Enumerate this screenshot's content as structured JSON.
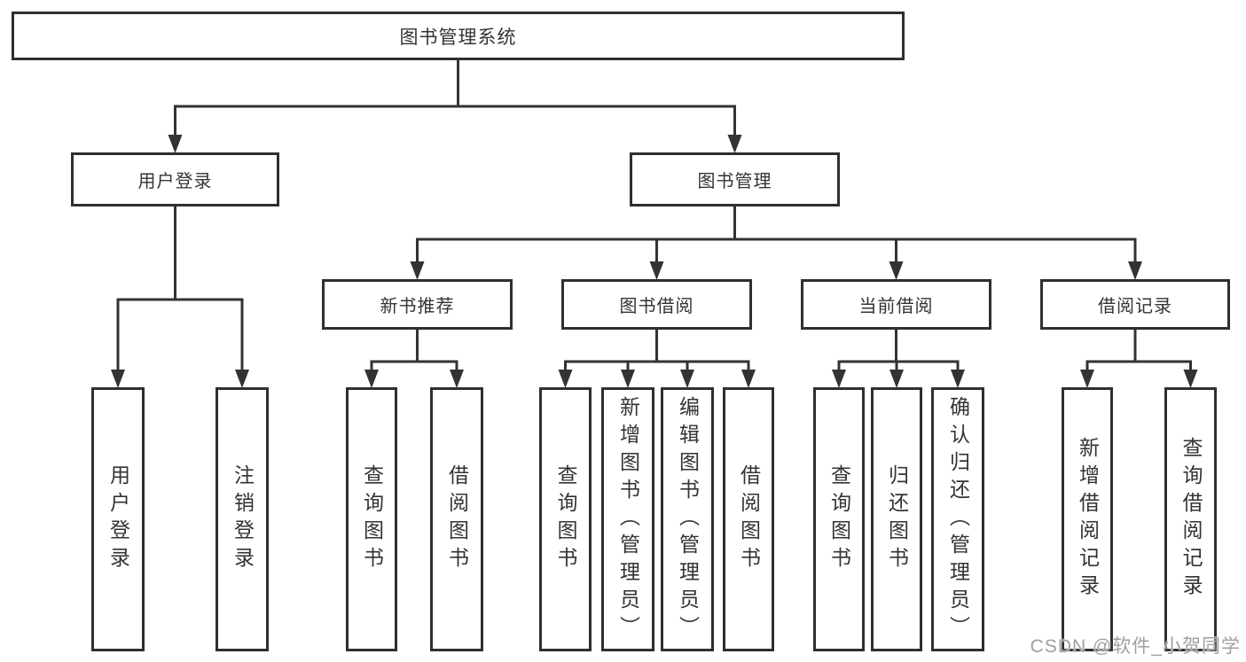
{
  "tree": {
    "root": {
      "label": "图书管理系统"
    },
    "children": [
      {
        "label": "用户登录",
        "children": [
          {
            "label": "用户登录"
          },
          {
            "label": "注销登录"
          }
        ]
      },
      {
        "label": "图书管理",
        "children": [
          {
            "label": "新书推荐",
            "children": [
              {
                "label": "查询图书"
              },
              {
                "label": "借阅图书"
              }
            ]
          },
          {
            "label": "图书借阅",
            "children": [
              {
                "label": "查询图书"
              },
              {
                "label": "新增图书（管理员）"
              },
              {
                "label": "编辑图书（管理员）"
              },
              {
                "label": "借阅图书"
              }
            ]
          },
          {
            "label": "当前借阅",
            "children": [
              {
                "label": "查询图书"
              },
              {
                "label": "归还图书"
              },
              {
                "label": "确认归还（管理员）"
              }
            ]
          },
          {
            "label": "借阅记录",
            "children": [
              {
                "label": "新增借阅记录"
              },
              {
                "label": "查询借阅记录"
              }
            ]
          }
        ]
      }
    ]
  },
  "watermark": {
    "text": "CSDN @软件_小贺同学"
  },
  "colors": {
    "line": "#333333",
    "box_border": "#2f2f2f",
    "box_bg": "#ffffff",
    "text": "#333333",
    "background": "#ffffff",
    "watermark": "#a0a0a0"
  }
}
